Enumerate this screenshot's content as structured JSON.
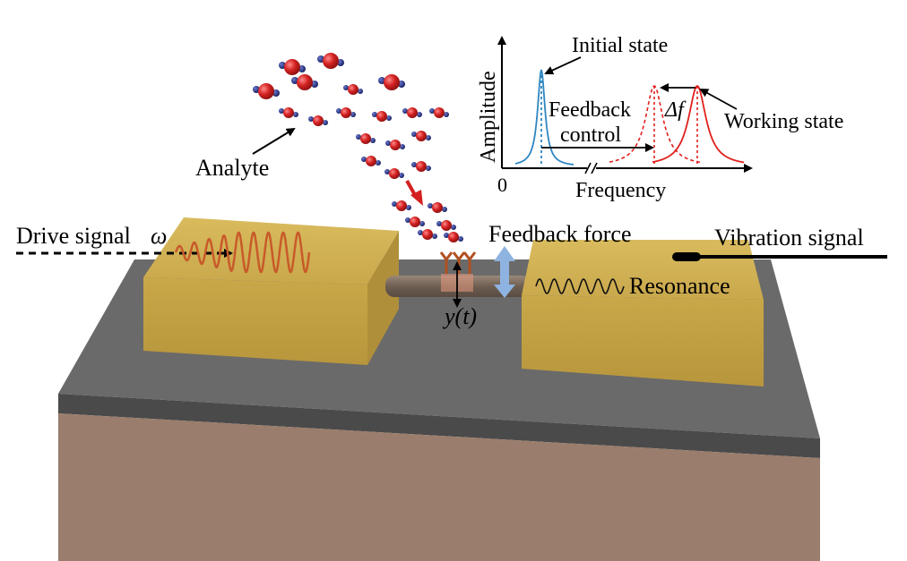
{
  "labels": {
    "analyte": "Analyte",
    "drive_signal": "Drive signal",
    "omega": "ω",
    "feedback_force": "Feedback force",
    "vibration_signal": "Vibration signal",
    "resonance": "Resonance",
    "y_of_t": "y(t)"
  },
  "inset": {
    "title_initial": "Initial state",
    "working": "Working state",
    "feedback_line1": "Feedback",
    "feedback_line2": "control",
    "delta_f": "Δf",
    "ylabel": "Amplitude",
    "xlabel": "Frequency",
    "origin": "0"
  },
  "colors": {
    "gold": "#cfae52",
    "beam": "#7a6a5c",
    "platform_top": "#6b6b6b",
    "platform_side": "#9a8070",
    "drive_wave": "#c85a2a",
    "initial_peak": "#2e86c1",
    "working_peak": "#e0201e",
    "molecule_red": "#cc2020",
    "molecule_blue": "#1f2a7a",
    "feedback_arrow": "#8fb3e0"
  }
}
